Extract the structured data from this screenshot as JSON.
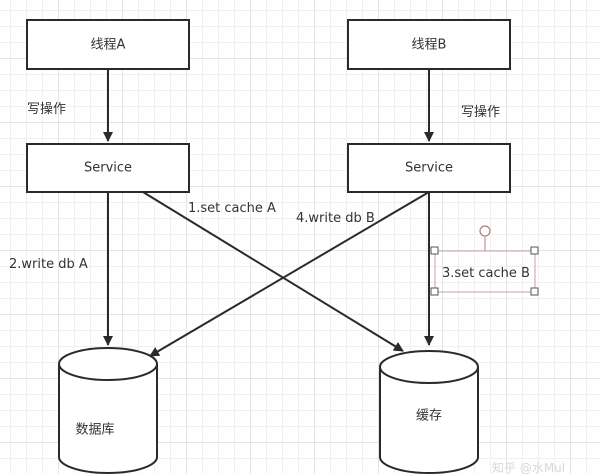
{
  "nodes": {
    "thread_a": {
      "label": "线程A"
    },
    "thread_b": {
      "label": "线程B"
    },
    "service_a": {
      "label": "Service"
    },
    "service_b": {
      "label": "Service"
    },
    "database": {
      "label": "数据库"
    },
    "cache": {
      "label": "缓存"
    }
  },
  "edges": {
    "thread_a_to_service_a": {
      "label": "写操作"
    },
    "thread_b_to_service_b": {
      "label": "写操作"
    },
    "service_a_to_cache": {
      "label": "1.set cache A"
    },
    "service_a_to_database": {
      "label": "2.write db A"
    },
    "service_b_to_cache": {
      "label": "3.set cache B"
    },
    "service_b_to_database": {
      "label": "4.write db B"
    }
  },
  "selection": {
    "color": "#b07a82"
  },
  "watermark": {
    "text": "知乎 @水Mul"
  }
}
